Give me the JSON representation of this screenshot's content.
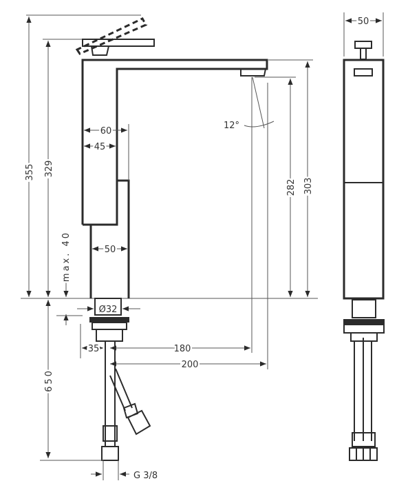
{
  "drawing": {
    "front_view": {
      "total_height": "355",
      "handle_height": "329",
      "body_depth_top": "60",
      "body_width_top": "45",
      "body_width_lower": "50",
      "max_deck_thickness": "max. 40",
      "spout_angle": "12°",
      "spout_outlet_height": "282",
      "spout_top_height": "303",
      "shank_diameter": "Ø32",
      "rear_offset": "35",
      "spout_reach_outlet": "180",
      "spout_reach_total": "200",
      "hose_length": "650",
      "connection_thread": "G 3/8"
    },
    "side_view": {
      "width": "50"
    }
  }
}
